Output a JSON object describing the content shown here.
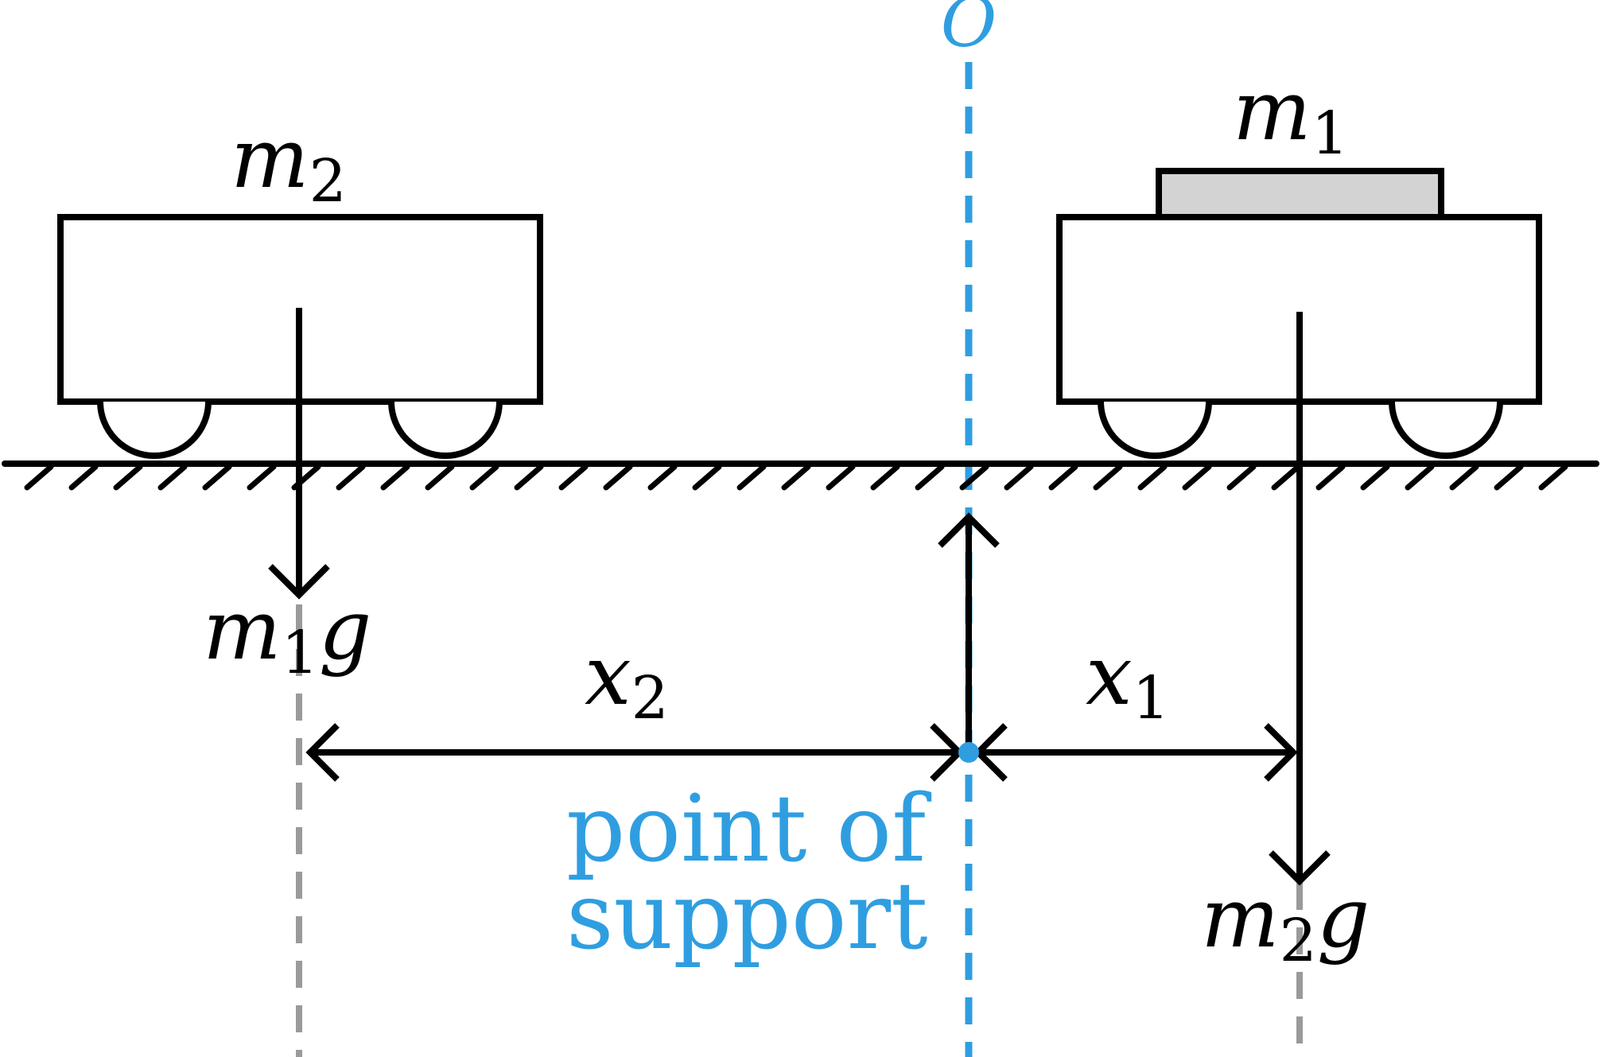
{
  "labels": {
    "origin": "O",
    "mass_left_cart": {
      "var": "m",
      "sub": "2"
    },
    "mass_right_load": {
      "var": "m",
      "sub": "1"
    },
    "force_left": {
      "var": "m",
      "sub": "1",
      "suffix": "g"
    },
    "force_right": {
      "var": "m",
      "sub": "2",
      "suffix": "g"
    },
    "distance_left": {
      "var": "x",
      "sub": "2"
    },
    "distance_right": {
      "var": "x",
      "sub": "1"
    },
    "support_line1": "point of",
    "support_line2": "support"
  },
  "colors": {
    "ink": "#000000",
    "accent": "#2f9ee0",
    "guide": "#9a9a9a",
    "load_fill": "#d3d3d3"
  }
}
